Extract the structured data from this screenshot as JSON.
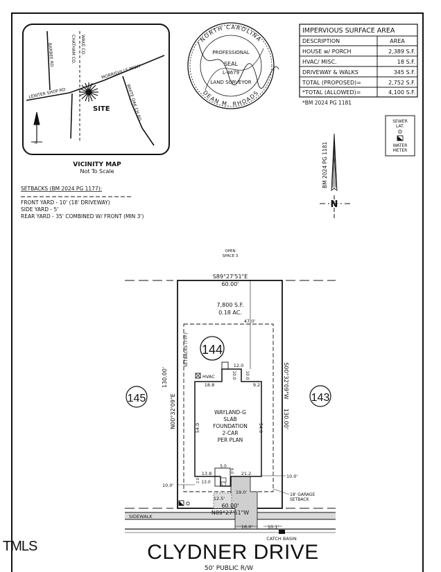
{
  "vicinity_map": {
    "title": "VICINITY MAP",
    "subtitle": "Not To Scale",
    "roads": {
      "barbee": "BARBEE RD",
      "wake": "WAKE CO.",
      "chatham": "CHATHAM CO.",
      "morrisville": "MORRISVILLE PKWY",
      "lewter": "LEWTER SHOP RD",
      "whiteoak": "WHITE OAK CH RD"
    },
    "site_label": "SITE",
    "north_label": "N"
  },
  "seal": {
    "top_arc": "NORTH CAROLINA",
    "word1": "PROFESSIONAL",
    "word2": "SEAL",
    "number": "L-4679",
    "word3": "LAND SURVEYOR",
    "bottom_arc": "DEAN M. RHOADS"
  },
  "impervious_table": {
    "title": "IMPERVIOUS SURFACE AREA",
    "headers": [
      "DESCRIPTION",
      "AREA"
    ],
    "rows": [
      [
        "HOUSE w/ PORCH",
        "2,389 S.F."
      ],
      [
        "HVAC/ MISC.",
        "18 S.F."
      ],
      [
        "DRIVEWAY & WALKS",
        "345 S.F."
      ],
      [
        "TOTAL (PROPOSED)=",
        "2,752 S.F."
      ],
      [
        "*TOTAL (ALLOWED)=",
        "4,100 S.F."
      ]
    ],
    "footnote": "*BM 2024 PG 1181"
  },
  "legend": {
    "sewer": "SEWER",
    "lat": "LAT.",
    "water": "WATER",
    "meter": "METER"
  },
  "north_arrow": {
    "ref": "BM 2024 PG 1181",
    "label": "N"
  },
  "setbacks": {
    "title": "SETBACKS (BM 2024 PG 1177):",
    "lines": [
      "FRONT YARD - 10' (18' DRIVEWAY)",
      "SIDE YARD - 5'",
      "REAR YARD - 35' COMBINED W/ FRONT (MIN 3')"
    ]
  },
  "plan": {
    "open_space": [
      "OPEN",
      "SPACE 3"
    ],
    "rear_bearing": "S89°27'51\"E",
    "rear_length": "60.00'",
    "area": "7,800 S.F.",
    "acres": "0.18 AC.",
    "dim_47": "47.0'",
    "lot_number": "144",
    "setbacks_typ": "SETBACKS (TYP.)",
    "left_length": "130.00'",
    "left_bearing": "N00°32'09\"E",
    "right_bearing": "S00°32'09\"W",
    "right_length": "130.00'",
    "hvac": "HVAC",
    "d_12": "12.0",
    "d_10a": "10.0",
    "d_10b": "10.0",
    "d_188": "18.8",
    "d_92": "9.2",
    "d_54a": "54.0",
    "d_54b": "54.0",
    "house_lines": [
      "WAYLAND-G",
      "SLAB",
      "FOUNDATION",
      "2-CAR",
      "PER PLAN"
    ],
    "d_50": "5.0",
    "d_138": "13.8",
    "d_40": "4.0",
    "d_212": "21.2",
    "d_130": "13.0",
    "d_20": "2.0",
    "d_67": "6.7",
    "left_offset": "10.0'",
    "right_offset": "10.0'",
    "d_190": "19.0'",
    "garage_setback": [
      "18' GARAGE",
      "SETBACK"
    ],
    "d_125": "12.5'",
    "front_length": "60.00'",
    "front_bearing": "N89°27'51\"W",
    "sidewalk": "SIDEWALK",
    "d_160": "16.0'",
    "d_101": "10.1'",
    "catch_basin": "CATCH BASIN",
    "left_lot": "145",
    "right_lot": "143",
    "street": "CLYDNER DRIVE",
    "row": "50' PUBLIC R/W"
  },
  "watermark": "TMLS"
}
